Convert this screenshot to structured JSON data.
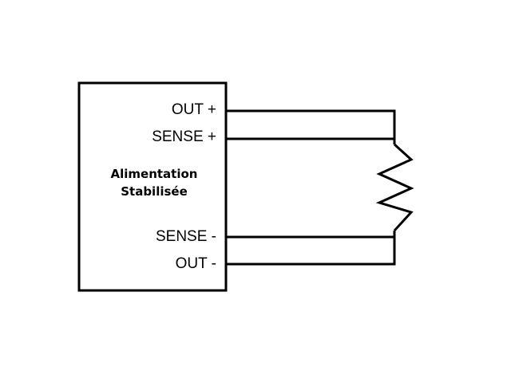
{
  "supply": {
    "title_line1": "Alimentation",
    "title_line2": "Stabilisée"
  },
  "terminals": {
    "out_plus": "OUT +",
    "sense_plus": "SENSE +",
    "sense_minus": "SENSE -",
    "out_minus": "OUT -"
  },
  "colors": {
    "line": "#000000",
    "background": "#ffffff"
  }
}
